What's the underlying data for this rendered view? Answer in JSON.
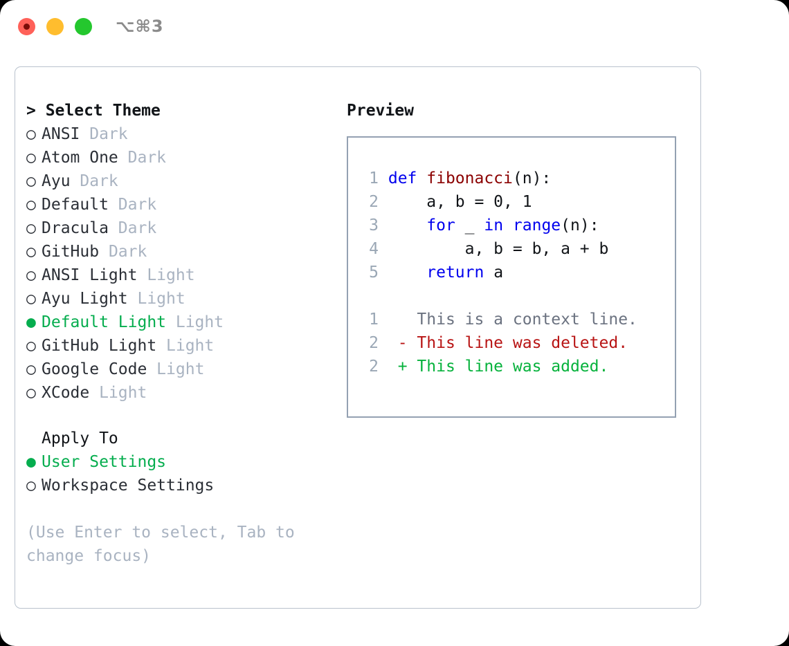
{
  "titlebar": {
    "shortcut": "⌥⌘3",
    "buttons": [
      {
        "name": "close",
        "color": "#ff6159"
      },
      {
        "name": "minimize",
        "color": "#ffbd2e"
      },
      {
        "name": "maximize",
        "color": "#24c72e"
      }
    ]
  },
  "colors": {
    "accent_green": "#05ad4e",
    "muted": "#a9b3c1",
    "text": "#2b2f36",
    "border": "#b9c2cd",
    "preview_border": "#94a1b2",
    "keyword_blue": "#0000ee",
    "function_red": "#8b0000",
    "diff_delete": "#b81414",
    "diff_add": "#06b23c",
    "line_number": "#9aa7b5"
  },
  "left": {
    "heading": "> Select Theme",
    "themes": [
      {
        "bullet": "○",
        "label": "ANSI",
        "suffix": "Dark",
        "selected": false
      },
      {
        "bullet": "○",
        "label": "Atom One",
        "suffix": "Dark",
        "selected": false
      },
      {
        "bullet": "○",
        "label": "Ayu",
        "suffix": "Dark",
        "selected": false
      },
      {
        "bullet": "○",
        "label": "Default",
        "suffix": "Dark",
        "selected": false
      },
      {
        "bullet": "○",
        "label": "Dracula",
        "suffix": "Dark",
        "selected": false
      },
      {
        "bullet": "○",
        "label": "GitHub",
        "suffix": "Dark",
        "selected": false
      },
      {
        "bullet": "○",
        "label": "ANSI Light",
        "suffix": "Light",
        "selected": false
      },
      {
        "bullet": "○",
        "label": "Ayu Light",
        "suffix": "Light",
        "selected": false
      },
      {
        "bullet": "●",
        "label": "Default Light",
        "suffix": "Light",
        "selected": true
      },
      {
        "bullet": "○",
        "label": "GitHub Light",
        "suffix": "Light",
        "selected": false
      },
      {
        "bullet": "○",
        "label": "Google Code",
        "suffix": "Light",
        "selected": false
      },
      {
        "bullet": "○",
        "label": "XCode",
        "suffix": "Light",
        "selected": false
      }
    ],
    "apply_to_heading": "Apply To",
    "apply_to": [
      {
        "bullet": "●",
        "label": "User Settings",
        "selected": true
      },
      {
        "bullet": "○",
        "label": "Workspace Settings",
        "selected": false
      }
    ],
    "hint": "(Use Enter to select, Tab to change focus)"
  },
  "right": {
    "heading": "Preview",
    "code_lines": [
      {
        "num": "1",
        "tokens": [
          {
            "t": "def ",
            "c": "kw"
          },
          {
            "t": "fibonacci",
            "c": "fn"
          },
          {
            "t": "(n):",
            "c": "plain"
          }
        ]
      },
      {
        "num": "2",
        "tokens": [
          {
            "t": "    a, b = 0, 1",
            "c": "plain"
          }
        ]
      },
      {
        "num": "3",
        "tokens": [
          {
            "t": "    ",
            "c": "plain"
          },
          {
            "t": "for",
            "c": "kw"
          },
          {
            "t": " _ ",
            "c": "plain"
          },
          {
            "t": "in",
            "c": "kw"
          },
          {
            "t": " ",
            "c": "plain"
          },
          {
            "t": "range",
            "c": "kw"
          },
          {
            "t": "(n):",
            "c": "plain"
          }
        ]
      },
      {
        "num": "4",
        "tokens": [
          {
            "t": "        a, b = b, a + b",
            "c": "plain"
          }
        ]
      },
      {
        "num": "5",
        "tokens": [
          {
            "t": "    ",
            "c": "plain"
          },
          {
            "t": "return",
            "c": "kw"
          },
          {
            "t": " a",
            "c": "plain"
          }
        ]
      }
    ],
    "diff_lines": [
      {
        "num": "1",
        "marker": "  ",
        "text": "This is a context line.",
        "cls": "ctx"
      },
      {
        "num": "2",
        "marker": "- ",
        "text": "This line was deleted.",
        "cls": "del"
      },
      {
        "num": "2",
        "marker": "+ ",
        "text": "This line was added.",
        "cls": "add"
      }
    ]
  }
}
